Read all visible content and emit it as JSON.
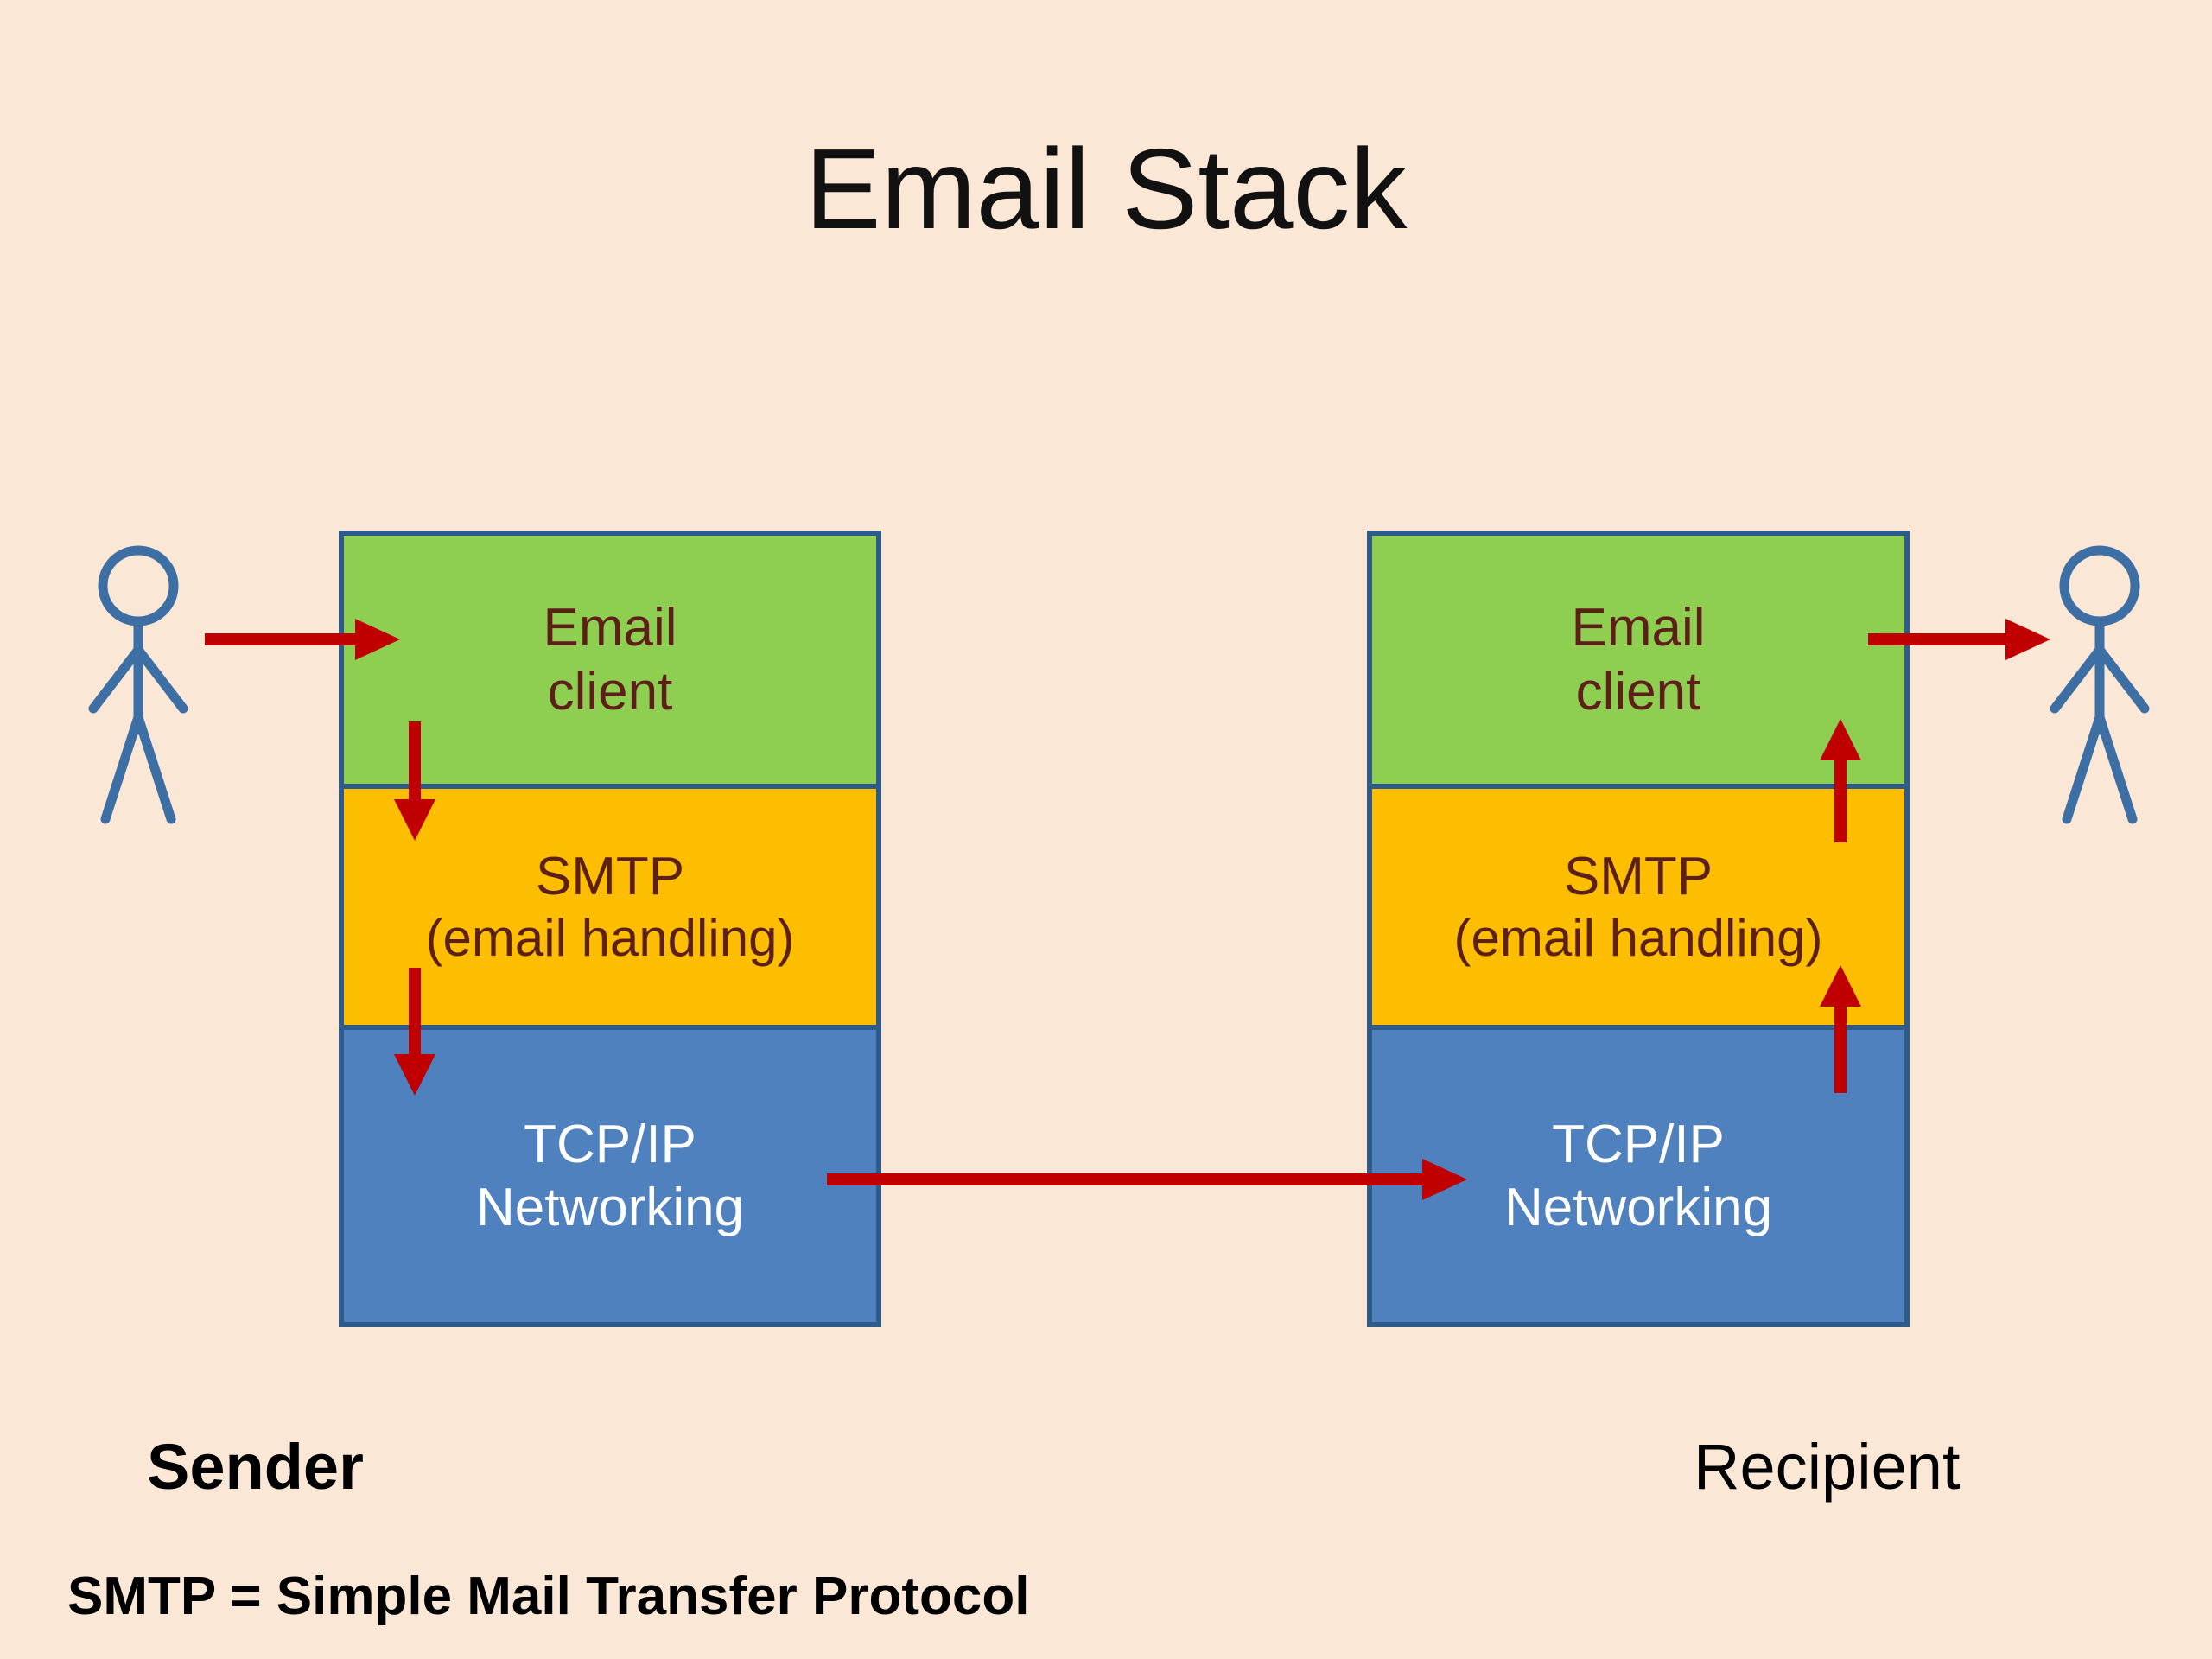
{
  "slide": {
    "title": "Email Stack",
    "background_color": "#FAE7D5"
  },
  "colors": {
    "email_client": "#8ECF52",
    "smtp": "#FDBE02",
    "tcpip": "#4E81BE",
    "box_border": "#2E5B8A",
    "arrow": "#C00000",
    "figure": "#3D6FA5",
    "layer_text_dark": "#5C2018",
    "layer_text_light": "#FFFFFF"
  },
  "stacks": [
    {
      "id": "sender",
      "caption": "Sender",
      "layers": [
        {
          "name": "email-client",
          "line1": "Email",
          "line2": "client"
        },
        {
          "name": "smtp",
          "line1": "SMTP",
          "line2": "(email handling)"
        },
        {
          "name": "tcpip",
          "line1": "TCP/IP",
          "line2": "Networking"
        }
      ]
    },
    {
      "id": "recipient",
      "caption": "Recipient",
      "layers": [
        {
          "name": "email-client",
          "line1": "Email",
          "line2": "client"
        },
        {
          "name": "smtp",
          "line1": "SMTP",
          "line2": "(email handling)"
        },
        {
          "name": "tcpip",
          "line1": "TCP/IP",
          "line2": "Networking"
        }
      ]
    }
  ],
  "figures": [
    {
      "name": "sender-person"
    },
    {
      "name": "recipient-person"
    }
  ],
  "arrows": [
    {
      "name": "sender-to-email-client",
      "direction": "right"
    },
    {
      "name": "sender-client-to-smtp",
      "direction": "down"
    },
    {
      "name": "sender-smtp-to-tcpip",
      "direction": "down"
    },
    {
      "name": "sender-tcpip-to-recipient-tcpip",
      "direction": "right"
    },
    {
      "name": "recipient-tcpip-to-smtp",
      "direction": "up"
    },
    {
      "name": "recipient-smtp-to-email-client",
      "direction": "up"
    },
    {
      "name": "recipient-client-to-person",
      "direction": "right"
    }
  ],
  "legend": {
    "text": "SMTP = Simple Mail Transfer Protocol"
  }
}
